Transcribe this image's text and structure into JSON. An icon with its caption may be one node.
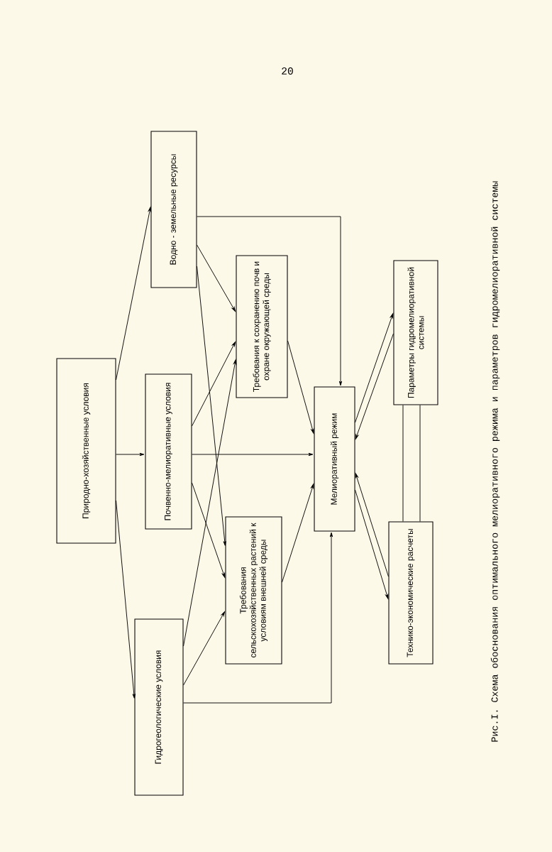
{
  "diagram": {
    "caption": "Рис.I. Схема обоснования оптимального мелиоративного режима и параметров гидромелиоративной системы",
    "nodes": [
      {
        "text": [
          "Природно-хозяйственные условия"
        ]
      },
      {
        "text": [
          "Водно - земельные ресурсы"
        ]
      },
      {
        "text": [
          "Почвенно-мелиоративные условия"
        ]
      },
      {
        "text": [
          "Гидрогеологические условия"
        ]
      },
      {
        "text": [
          "Требования к сохранению почв и охране окружающей среды"
        ]
      },
      {
        "text": [
          "Требования сельскохозяйственных растений к условиям внешней среды"
        ]
      },
      {
        "text": [
          "Мелиоративный режим"
        ]
      },
      {
        "text": [
          "Параметры гидромелиоративной системы"
        ]
      },
      {
        "text": [
          "Технико-экономические расчеты"
        ]
      }
    ],
    "edges": [
      {
        "from": 0,
        "to": 1,
        "arrow": "to"
      },
      {
        "from": 0,
        "to": 2,
        "arrow": "to"
      },
      {
        "from": 0,
        "to": 3,
        "arrow": "to"
      },
      {
        "from": 1,
        "to": 4,
        "arrow": "to"
      },
      {
        "from": 1,
        "to": 5,
        "arrow": "to"
      },
      {
        "from": 1,
        "to": 6,
        "arrow": "to"
      },
      {
        "from": 2,
        "to": 4,
        "arrow": "to"
      },
      {
        "from": 2,
        "to": 5,
        "arrow": "to"
      },
      {
        "from": 2,
        "to": 6,
        "arrow": "to"
      },
      {
        "from": 3,
        "to": 4,
        "arrow": "to"
      },
      {
        "from": 3,
        "to": 5,
        "arrow": "to"
      },
      {
        "from": 3,
        "to": 6,
        "arrow": "to"
      },
      {
        "from": 4,
        "to": 6,
        "arrow": "to"
      },
      {
        "from": 5,
        "to": 6,
        "arrow": "to"
      },
      {
        "from": 6,
        "to": 7,
        "arrow": "to"
      },
      {
        "from": 7,
        "to": 6,
        "arrow": "to"
      },
      {
        "from": 6,
        "to": 8,
        "arrow": "to"
      },
      {
        "from": 8,
        "to": 6,
        "arrow": "to"
      },
      {
        "from": 7,
        "to": 8,
        "arrow": "none"
      },
      {
        "from": 7,
        "to": 8,
        "arrow": "none"
      }
    ],
    "labels": [
      "20"
    ]
  }
}
